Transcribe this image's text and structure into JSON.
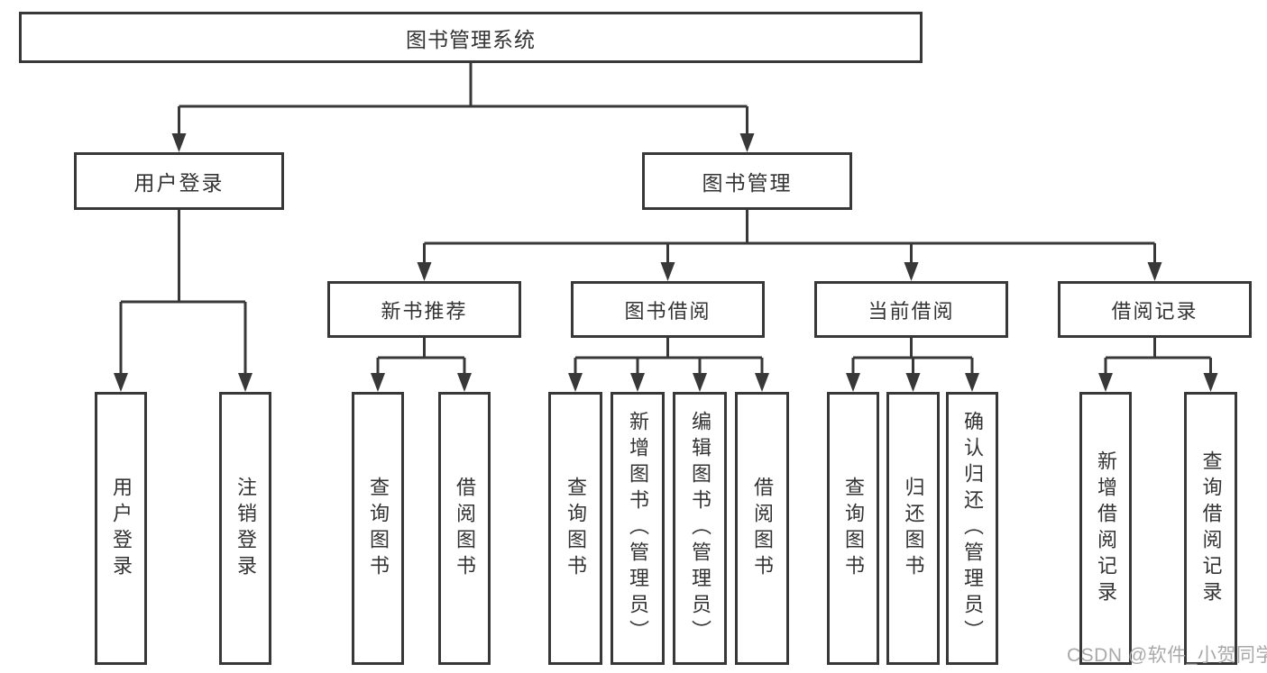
{
  "tree": {
    "root": {
      "label": "图书管理系统"
    },
    "children": [
      {
        "label": "用户登录",
        "children": [
          {
            "label": "用户登录"
          },
          {
            "label": "注销登录"
          }
        ]
      },
      {
        "label": "图书管理",
        "children": [
          {
            "label": "新书推荐",
            "children": [
              {
                "label": "查询图书"
              },
              {
                "label": "借阅图书"
              }
            ]
          },
          {
            "label": "图书借阅",
            "children": [
              {
                "label": "查询图书"
              },
              {
                "label": "新增图书（管理员）"
              },
              {
                "label": "编辑图书（管理员）"
              },
              {
                "label": "借阅图书"
              }
            ]
          },
          {
            "label": "当前借阅",
            "children": [
              {
                "label": "查询图书"
              },
              {
                "label": "归还图书"
              },
              {
                "label": "确认归还（管理员）"
              }
            ]
          },
          {
            "label": "借阅记录",
            "children": [
              {
                "label": "新增借阅记录"
              },
              {
                "label": "查询借阅记录"
              }
            ]
          }
        ]
      }
    ]
  },
  "watermark": {
    "text": "CSDN @软件_小贺同学"
  },
  "colors": {
    "line": "#383838",
    "text": "#333333",
    "box_background": "#ffffff",
    "watermark": "#a9a9a9",
    "background": "#ffffff"
  }
}
